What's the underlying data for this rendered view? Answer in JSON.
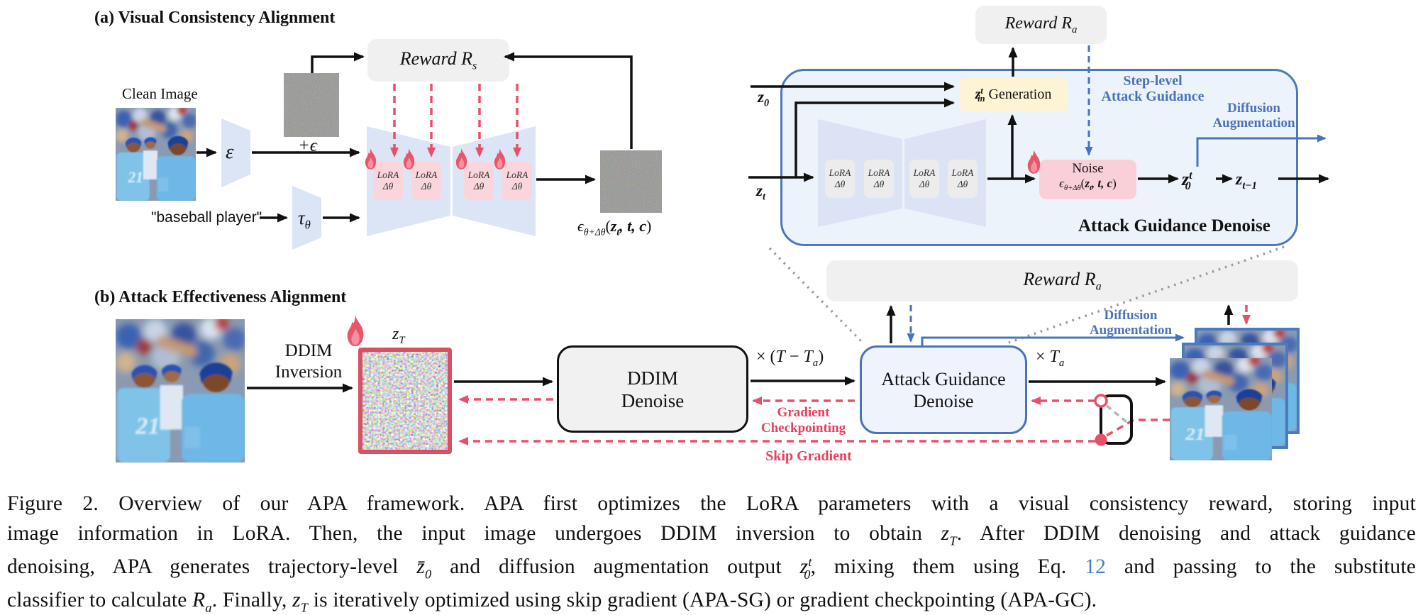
{
  "colors": {
    "accent_blue": "#4a74b8",
    "accent_red": "#e8506a",
    "panel_fill": "#edf3fb",
    "lora_pink": "#fad6dc",
    "lora_gray": "#ececec",
    "noise_pink": "#f9d0d8",
    "gen_yellow": "#fdf4d5",
    "reward_gray": "#f0f0f0",
    "zt_border": "#d94f63",
    "link_blue": "#4180c0"
  },
  "panel_a": {
    "title": "(a) Visual Consistency Alignment",
    "clean_image_label": "Clean Image",
    "prompt": "\"baseball player\"",
    "encoder_segs": [
      {
        "t": "ε",
        "c": "i"
      }
    ],
    "plus_eps_segs": [
      {
        "t": "+ϵ",
        "c": "i"
      }
    ],
    "tau_segs": [
      {
        "t": "τ",
        "c": "i"
      },
      {
        "t": "θ",
        "c": "i sub"
      }
    ],
    "reward_segs": [
      {
        "t": "Reward R",
        "c": "i"
      },
      {
        "t": "s",
        "c": "i sub"
      }
    ],
    "eps_out_segs": [
      {
        "t": "ϵ",
        "c": "i"
      },
      {
        "t": "θ+Δθ",
        "c": "i sub"
      },
      {
        "t": "(",
        "c": ""
      },
      {
        "t": "z",
        "c": "bi"
      },
      {
        "t": "t",
        "c": "bi sub"
      },
      {
        "t": ", t, c",
        "c": "bi"
      },
      {
        "t": ")",
        "c": ""
      }
    ],
    "lora": {
      "l1": "LoRA",
      "l2": "Δθ"
    }
  },
  "detail": {
    "reward_segs": [
      {
        "t": "Reward R",
        "c": "i"
      },
      {
        "t": "a",
        "c": "i sub"
      }
    ],
    "zin_segs": [
      {
        "t": "z",
        "c": "bi"
      },
      {
        "t": "t",
        "c": "bi sup"
      },
      {
        "t": "in",
        "c": "bi sub pull"
      },
      {
        "t": "  Generation",
        "c": ""
      }
    ],
    "z0_segs": [
      {
        "t": "z",
        "c": "bi"
      },
      {
        "t": "0",
        "c": "bi sub"
      }
    ],
    "zt_segs": [
      {
        "t": "z",
        "c": "bi"
      },
      {
        "t": "t",
        "c": "bi sub"
      }
    ],
    "step_level": [
      "Step-level",
      "Attack Guidance"
    ],
    "diff_aug": [
      "Diffusion",
      "Augmentation"
    ],
    "noise_title": "Noise",
    "noise_formula_segs": [
      {
        "t": "ϵ",
        "c": "i"
      },
      {
        "t": "θ+Δθ",
        "c": "i sub"
      },
      {
        "t": "(",
        "c": ""
      },
      {
        "t": "z",
        "c": "bi"
      },
      {
        "t": "t",
        "c": "bi sub"
      },
      {
        "t": ", t, c",
        "c": "bi"
      },
      {
        "t": ")",
        "c": ""
      }
    ],
    "z0t_segs": [
      {
        "t": "z",
        "c": "bi"
      },
      {
        "t": "t",
        "c": "bi sup"
      },
      {
        "t": "0",
        "c": "bi sub pull"
      }
    ],
    "ztm1_segs": [
      {
        "t": "z",
        "c": "bi"
      },
      {
        "t": "t−1",
        "c": "bi sub"
      }
    ],
    "box_label": "Attack Guidance Denoise"
  },
  "panel_b": {
    "title": "(b) Attack Effectiveness Alignment",
    "ddim_inversion": [
      "DDIM",
      "Inversion"
    ],
    "zT_segs": [
      {
        "t": "z",
        "c": "i"
      },
      {
        "t": "T",
        "c": "i sub"
      }
    ],
    "ddim_denoise": [
      "DDIM",
      "Denoise"
    ],
    "xTTa_segs": [
      {
        "t": "× (",
        "c": ""
      },
      {
        "t": "T",
        "c": "i"
      },
      {
        "t": " − ",
        "c": ""
      },
      {
        "t": "T",
        "c": "i"
      },
      {
        "t": "a",
        "c": "i sub"
      },
      {
        "t": ")",
        "c": ""
      }
    ],
    "agd": [
      "Attack Guidance",
      "Denoise"
    ],
    "xTa_segs": [
      {
        "t": "× ",
        "c": ""
      },
      {
        "t": "T",
        "c": "i"
      },
      {
        "t": "a",
        "c": "i sub"
      }
    ],
    "reward_segs": [
      {
        "t": "Reward R",
        "c": "i"
      },
      {
        "t": "a",
        "c": "i sub"
      }
    ],
    "grad_ckpt": [
      "Gradient",
      "Checkpointing"
    ],
    "skip_gradient": "Skip Gradient",
    "diff_aug": [
      "Diffusion",
      "Augmentation"
    ]
  },
  "caption": {
    "lines": [
      [
        {
          "t": "Figure 2.  Overview of our APA framework.  APA first optimizes the LoRA parameters with a visual consistency reward, storing input",
          "c": ""
        }
      ],
      [
        {
          "t": "image information in LoRA. Then, the input image undergoes DDIM inversion to obtain ",
          "c": ""
        },
        {
          "t": "z",
          "c": "i"
        },
        {
          "t": "T",
          "c": "i sub"
        },
        {
          "t": ". After DDIM denoising and attack guidance",
          "c": ""
        }
      ],
      [
        {
          "t": "denoising, APA generates trajectory-level ",
          "c": ""
        },
        {
          "t": "z̄",
          "c": "i"
        },
        {
          "t": "0",
          "c": "i sub"
        },
        {
          "t": " and diffusion augmentation output ",
          "c": ""
        },
        {
          "t": "z",
          "c": "i"
        },
        {
          "t": "t",
          "c": "i sup"
        },
        {
          "t": "0",
          "c": "i sub pull"
        },
        {
          "t": ", mixing them using Eq. ",
          "c": ""
        },
        {
          "t": "12",
          "c": "blue"
        },
        {
          "t": " and passing to the substitute",
          "c": ""
        }
      ],
      [
        {
          "t": "classifier to calculate ",
          "c": ""
        },
        {
          "t": "R",
          "c": "i"
        },
        {
          "t": "a",
          "c": "i sub"
        },
        {
          "t": ". Finally, ",
          "c": ""
        },
        {
          "t": "z",
          "c": "i"
        },
        {
          "t": "T",
          "c": "i sub"
        },
        {
          "t": " is iteratively optimized using skip gradient (APA-SG) or gradient checkpointing (APA-GC).",
          "c": ""
        }
      ]
    ]
  }
}
